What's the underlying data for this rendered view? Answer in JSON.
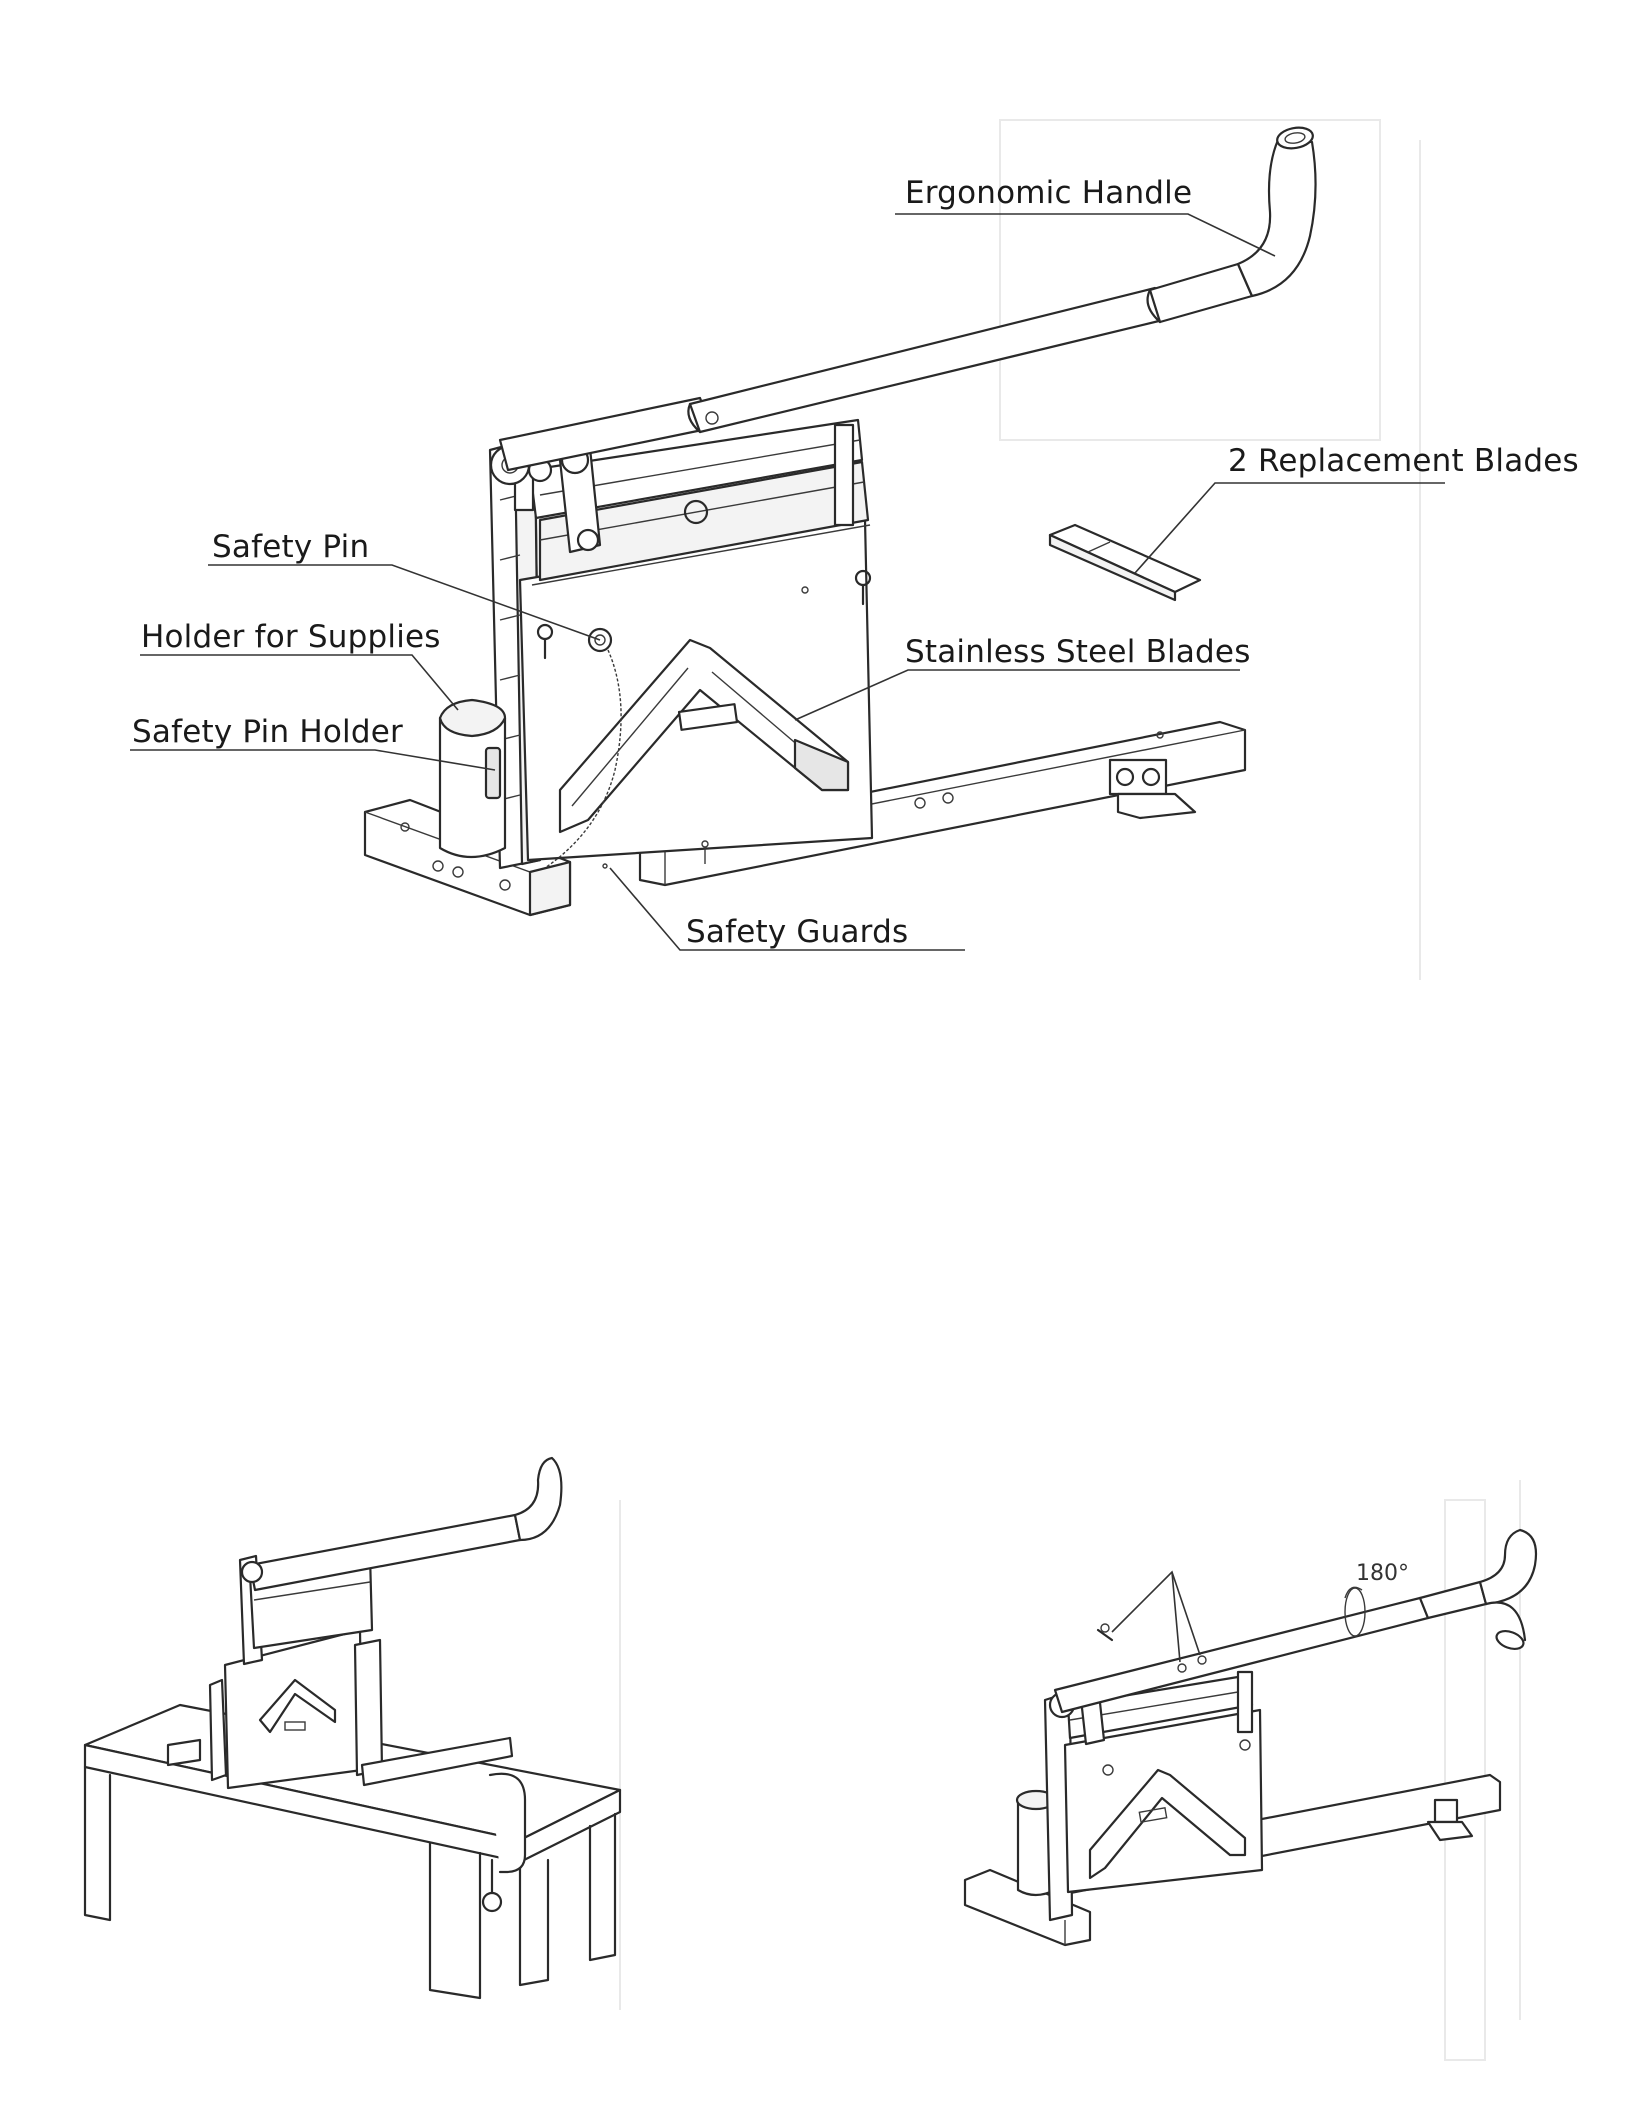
{
  "labels": {
    "ergonomic_handle": "Ergonomic Handle",
    "replacement_blades": "2 Replacement Blades",
    "safety_pin": "Safety Pin",
    "holder_for_supplies": "Holder for Supplies",
    "stainless_steel_blades": "Stainless Steel Blades",
    "safety_pin_holder": "Safety Pin Holder",
    "safety_guards": "Safety Guards"
  },
  "rotation_label": "180°",
  "colors": {
    "line": "#2a2a2a",
    "text": "#1a1a1a",
    "background": "#ffffff"
  }
}
